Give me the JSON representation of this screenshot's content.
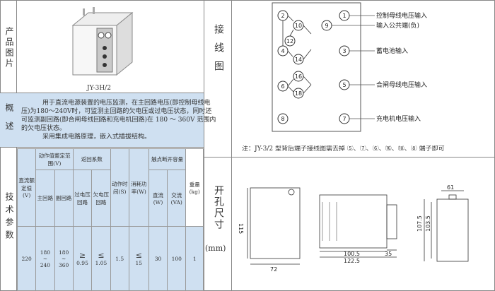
{
  "labels": {
    "product_image": "产品图片",
    "overview": "概述",
    "tech_params": "技术参数",
    "wiring": "接线图",
    "cutout": "开孔尺寸",
    "cutout_unit": "(mm)"
  },
  "product": {
    "model": "JY-3H/2"
  },
  "overview": {
    "line1": "用于直流电源装置的电压监测，在主回路电压(即控制母线电",
    "line2": "压)为180～240V时，可监测主回路的欠电压或过电压状态，同时还",
    "line3": "可监测副回路(即合闸母线回路和充电机回路)在 180 ～ 360V 范围内",
    "line4": "的欠电压状态。",
    "line5": "采用集成电路原理，嵌入式插拔结构。"
  },
  "table": {
    "h_rated": "直流额定值(V)",
    "h_range": "动作值整定范围(V)",
    "h_main": "主回路",
    "h_sub": "副回路",
    "h_return": "返回系数",
    "h_over": "过电压回路",
    "h_under": "欠电压回路",
    "h_time": "动作时间(S)",
    "h_power": "消耗功率(W)",
    "h_contact": "触点断开容量",
    "h_dc": "直流(W)",
    "h_ac": "交流(VA)",
    "h_weight": "重量(kg)",
    "v_rated": "220",
    "v_main_a": "180",
    "v_main_tilde": "~",
    "v_main_b": "240",
    "v_sub_a": "180",
    "v_sub_tilde": "~",
    "v_sub_b": "360",
    "v_over_sym": "≥",
    "v_over": "0.95",
    "v_under_sym": "≤",
    "v_under": "1.05",
    "v_time": "1.5",
    "v_power_sym": "≤",
    "v_power": "15",
    "v_dc": "30",
    "v_ac": "100",
    "v_weight": "1"
  },
  "wiring": {
    "t1": "控制母线电压输入",
    "t9": "输入公共端(负)",
    "t3": "蓄电池输入",
    "t5": "合闸母线电压输入",
    "t7": "充电机电压输入",
    "note": "注：JY-3/2 型背后端子接线图需去掉 ⑤、⑦、⑥、⑯、⑱、⑧ 端子即可",
    "n2": "2",
    "n10": "10",
    "n12": "12",
    "n4": "4",
    "n14": "14",
    "n6": "6",
    "n16": "16",
    "n18": "18",
    "n8": "8",
    "n1": "1",
    "n9": "9",
    "n3": "3",
    "n5": "5",
    "n7": "7"
  },
  "dims": {
    "h115": "115",
    "w72": "72",
    "w100": "100.5",
    "w122": "122.5",
    "w35": "35",
    "w61": "61",
    "h107": "107.5",
    "h103": "103.5"
  }
}
